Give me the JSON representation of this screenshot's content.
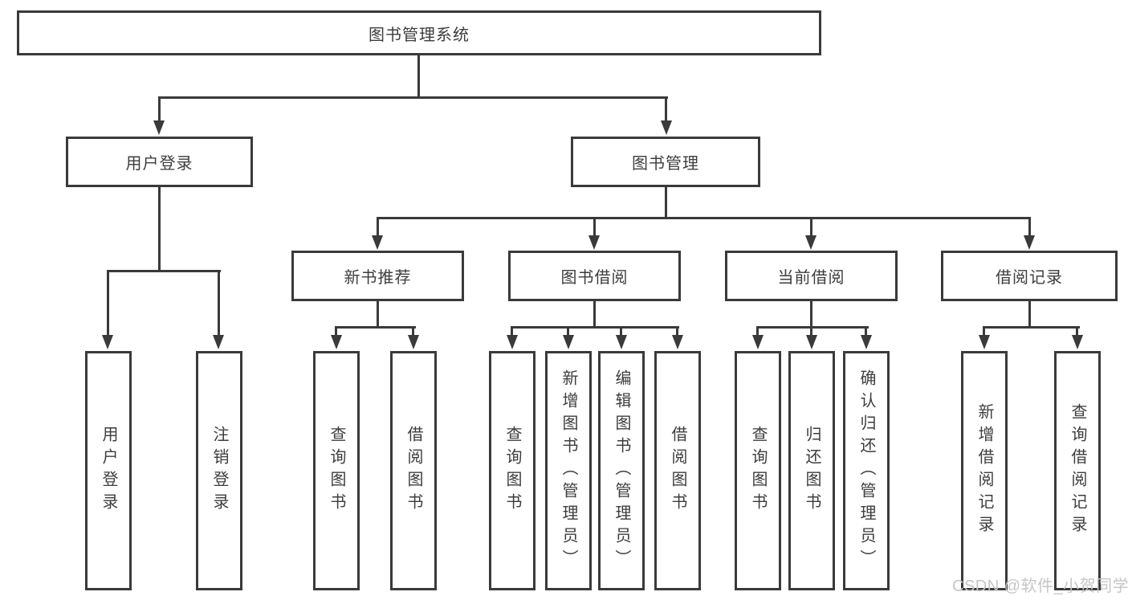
{
  "diagram": {
    "root": {
      "label": "图书管理系统"
    },
    "branches": [
      {
        "label": "用户登录",
        "children": [
          {
            "label": "用户登录"
          },
          {
            "label": "注销登录"
          }
        ]
      },
      {
        "label": "图书管理",
        "children": [
          {
            "label": "新书推荐",
            "children": [
              {
                "label": "查询图书"
              },
              {
                "label": "借阅图书"
              }
            ]
          },
          {
            "label": "图书借阅",
            "children": [
              {
                "label": "查询图书"
              },
              {
                "label": "新增图书（管理员）"
              },
              {
                "label": "编辑图书（管理员）"
              },
              {
                "label": "借阅图书"
              }
            ]
          },
          {
            "label": "当前借阅",
            "children": [
              {
                "label": "查询图书"
              },
              {
                "label": "归还图书"
              },
              {
                "label": "确认归还（管理员）"
              }
            ]
          },
          {
            "label": "借阅记录",
            "children": [
              {
                "label": "新增借阅记录"
              },
              {
                "label": "查询借阅记录"
              }
            ]
          }
        ]
      }
    ]
  },
  "watermark": {
    "text": "CSDN @软件_小贺同学"
  },
  "colors": {
    "line": "#3a3a3a",
    "text": "#3d3d3d",
    "background": "#ffffff",
    "watermark": "#c6c6c6"
  }
}
